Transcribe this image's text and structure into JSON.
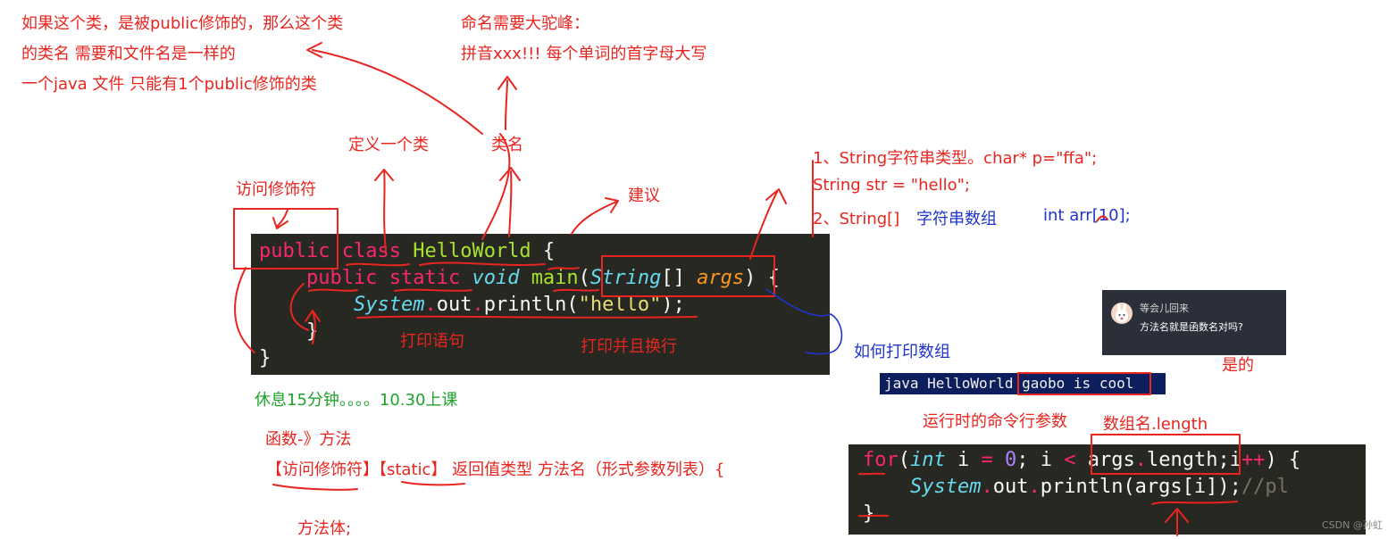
{
  "notes": {
    "public_rule_1": "如果这个类，是被public修饰的，那么这个类",
    "public_rule_2": "的类名 需要和文件名是一样的",
    "public_rule_3": "一个java 文件 只能有1个public修饰的类",
    "naming_1": "命名需要大驼峰：",
    "naming_2": "拼音xxx!!!  每个单词的首字母大写",
    "define_class": "定义一个类",
    "class_name": "类名",
    "access_modifier": "访问修饰符",
    "suggestion": "建议",
    "string_1": "1、String字符串类型。char* p=\"ffa\";",
    "string_2": "String str = \"hello\";",
    "string_3_red": "2、String[]",
    "string_3_blue_a": "字符串数组",
    "string_3_blue_b": "int arr[10];",
    "print_statement": "打印语句",
    "print_newline": "打印并且换行",
    "how_print_array": "如何打印数组",
    "break_notice": "休息15分钟。。。。10.30上课",
    "function_method": "函数-》方法",
    "method_syntax": "【访问修饰符】【static】 返回值类型  方法名（形式参数列表）{",
    "method_body": "方法体;",
    "cmd_args": "运行时的命令行参数",
    "array_length": "数组名.length",
    "yes": "是的"
  },
  "code1": {
    "l1": [
      {
        "t": "public",
        "c": "kw"
      },
      {
        "t": " ",
        "c": "pl"
      },
      {
        "t": "class",
        "c": "kw"
      },
      {
        "t": " ",
        "c": "pl"
      },
      {
        "t": "HelloWorld",
        "c": "cls"
      },
      {
        "t": " {",
        "c": "pl"
      }
    ],
    "l2": [
      {
        "t": "    ",
        "c": "pl"
      },
      {
        "t": "public",
        "c": "kw"
      },
      {
        "t": " ",
        "c": "pl"
      },
      {
        "t": "static",
        "c": "kw"
      },
      {
        "t": " ",
        "c": "pl"
      },
      {
        "t": "void",
        "c": "typ"
      },
      {
        "t": " ",
        "c": "pl"
      },
      {
        "t": "main",
        "c": "fn"
      },
      {
        "t": "(",
        "c": "pl"
      },
      {
        "t": "String",
        "c": "typ"
      },
      {
        "t": "[] ",
        "c": "pl"
      },
      {
        "t": "args",
        "c": "par"
      },
      {
        "t": ") {",
        "c": "pl"
      }
    ],
    "l3": [
      {
        "t": "        ",
        "c": "pl"
      },
      {
        "t": "System",
        "c": "typ"
      },
      {
        "t": ".",
        "c": "kw"
      },
      {
        "t": "out",
        "c": "pl"
      },
      {
        "t": ".",
        "c": "kw"
      },
      {
        "t": "println",
        "c": "pl"
      },
      {
        "t": "(",
        "c": "pl"
      },
      {
        "t": "\"hello\"",
        "c": "str"
      },
      {
        "t": ");",
        "c": "pl"
      }
    ],
    "l4": [
      {
        "t": "    }",
        "c": "pl"
      }
    ],
    "l5": [
      {
        "t": "}",
        "c": "pl"
      }
    ]
  },
  "code2": {
    "l1": [
      {
        "t": "for",
        "c": "kw"
      },
      {
        "t": "(",
        "c": "pl"
      },
      {
        "t": "int",
        "c": "typ"
      },
      {
        "t": " i ",
        "c": "pl"
      },
      {
        "t": "=",
        "c": "kw"
      },
      {
        "t": " ",
        "c": "pl"
      },
      {
        "t": "0",
        "c": "num"
      },
      {
        "t": "; i ",
        "c": "pl"
      },
      {
        "t": "<",
        "c": "kw"
      },
      {
        "t": " args",
        "c": "pl"
      },
      {
        "t": ".",
        "c": "kw"
      },
      {
        "t": "length;i",
        "c": "pl"
      },
      {
        "t": "++",
        "c": "kw"
      },
      {
        "t": ") {",
        "c": "pl"
      }
    ],
    "l2": [
      {
        "t": "    ",
        "c": "pl"
      },
      {
        "t": "System",
        "c": "typ"
      },
      {
        "t": ".",
        "c": "kw"
      },
      {
        "t": "out",
        "c": "pl"
      },
      {
        "t": ".",
        "c": "kw"
      },
      {
        "t": "println(args[i]);",
        "c": "pl"
      },
      {
        "t": "//pl",
        "c": "cmt"
      }
    ],
    "l3": [
      {
        "t": "}",
        "c": "pl"
      }
    ]
  },
  "terminal": {
    "cmd_a": "java HelloWorld ",
    "cmd_b": "gaobo is cool"
  },
  "chat": {
    "user": "等会儿回来",
    "message": "方法名就是函数名对吗?"
  },
  "watermark": "CSDN @孙虹"
}
